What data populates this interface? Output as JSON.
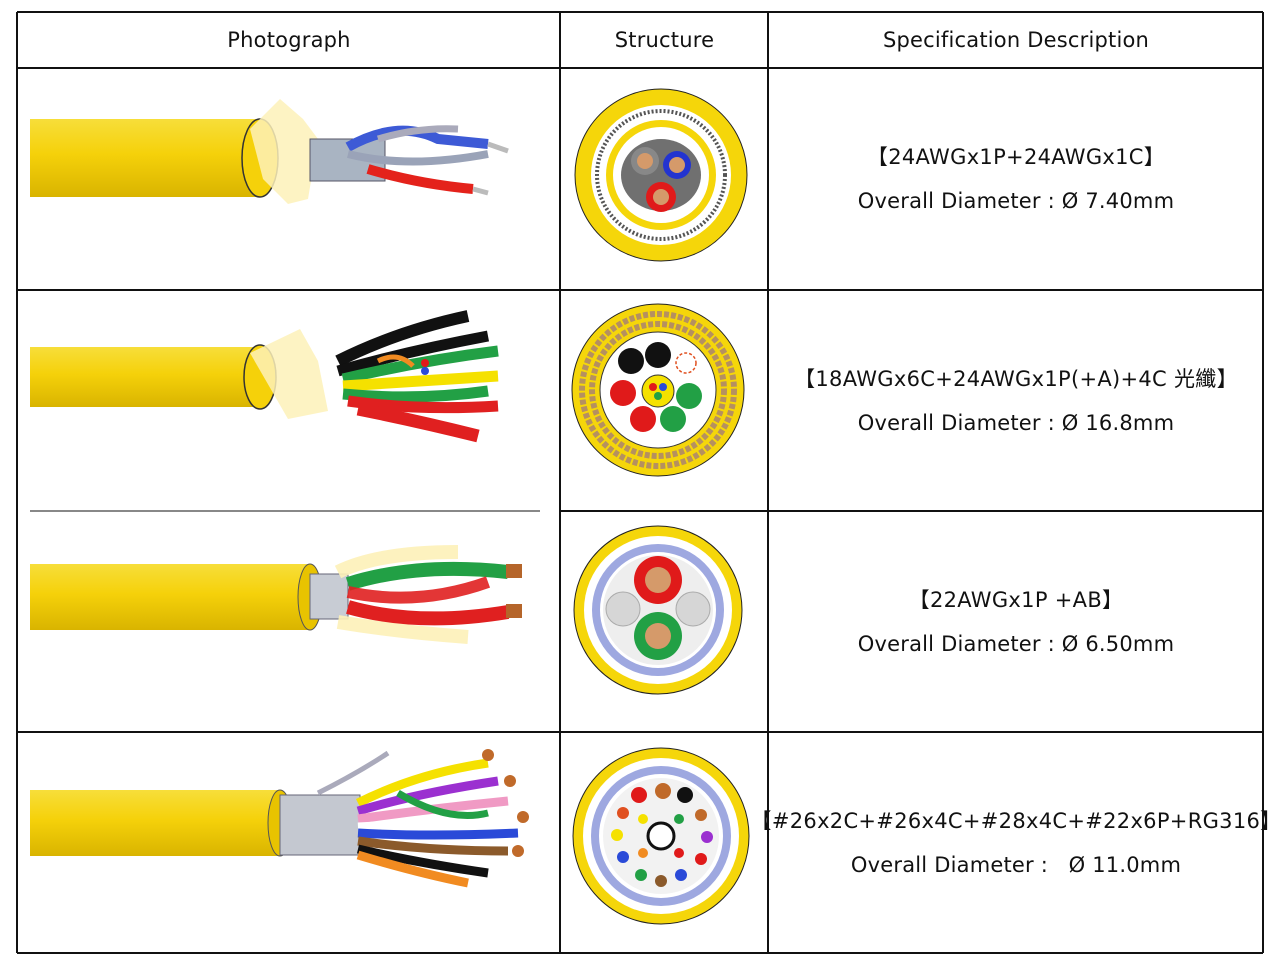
{
  "table": {
    "headers": {
      "photograph": "Photograph",
      "structure": "Structure",
      "specification": "Specification Description"
    },
    "rows": [
      {
        "spec_title": "【24AWGx1P+24AWGx1C】",
        "diameter": "Overall Diameter : Ø 7.40mm"
      },
      {
        "spec_title": "【18AWGx6C+24AWGx1P(+A)+4C 光纖】",
        "diameter": "Overall Diameter : Ø 16.8mm"
      },
      {
        "spec_title": "【22AWGx1P +AB】",
        "diameter": "Overall Diameter : Ø 6.50mm"
      },
      {
        "spec_title": "【#26x2C+#26x4C+#28x4C+#22x6P+RG316】",
        "diameter": "Overall Diameter :   Ø 11.0mm"
      }
    ]
  },
  "colors": {
    "jacket_yellow": "#f5d60a",
    "jacket_shade": "#e8c300",
    "border": "#111111"
  }
}
